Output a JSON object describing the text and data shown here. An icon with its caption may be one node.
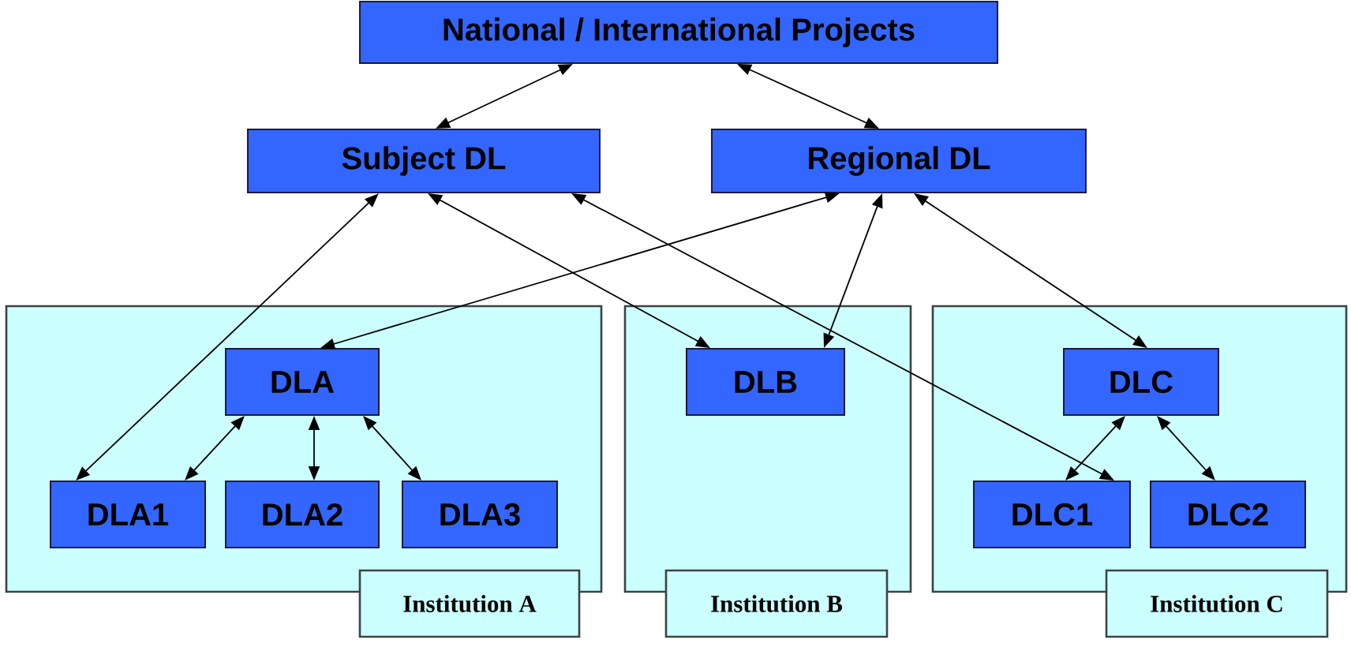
{
  "diagram": {
    "nodes": [
      {
        "text": [
          "National / International Projects"
        ]
      },
      {
        "text": [
          "Subject DL"
        ]
      },
      {
        "text": [
          "Regional DL"
        ]
      },
      {
        "text": [
          "Institution A"
        ]
      },
      {
        "text": [
          "DLA"
        ],
        "in": 3
      },
      {
        "text": [
          "DLA1"
        ],
        "in": 3
      },
      {
        "text": [
          "DLA2"
        ],
        "in": 3
      },
      {
        "text": [
          "DLA3"
        ],
        "in": 3
      },
      {
        "text": [
          "Institution B"
        ]
      },
      {
        "text": [
          "DLB"
        ],
        "in": 8
      },
      {
        "text": [
          "Institution C"
        ]
      },
      {
        "text": [
          "DLC"
        ],
        "in": 10
      },
      {
        "text": [
          "DLC1"
        ],
        "in": 10
      },
      {
        "text": [
          "DLC2"
        ],
        "in": 10
      }
    ],
    "edges": [
      {
        "from": 0,
        "to": 1,
        "arrow": "both"
      },
      {
        "from": 0,
        "to": 2,
        "arrow": "both"
      },
      {
        "from": 1,
        "to": 5,
        "arrow": "both"
      },
      {
        "from": 1,
        "to": 9,
        "arrow": "both"
      },
      {
        "from": 1,
        "to": 12,
        "arrow": "both"
      },
      {
        "from": 2,
        "to": 4,
        "arrow": "both"
      },
      {
        "from": 2,
        "to": 9,
        "arrow": "both"
      },
      {
        "from": 2,
        "to": 11,
        "arrow": "both"
      },
      {
        "from": 4,
        "to": 5,
        "arrow": "both"
      },
      {
        "from": 4,
        "to": 6,
        "arrow": "both"
      },
      {
        "from": 4,
        "to": 7,
        "arrow": "both"
      },
      {
        "from": 11,
        "to": 12,
        "arrow": "both"
      },
      {
        "from": 11,
        "to": 13,
        "arrow": "both"
      }
    ]
  }
}
